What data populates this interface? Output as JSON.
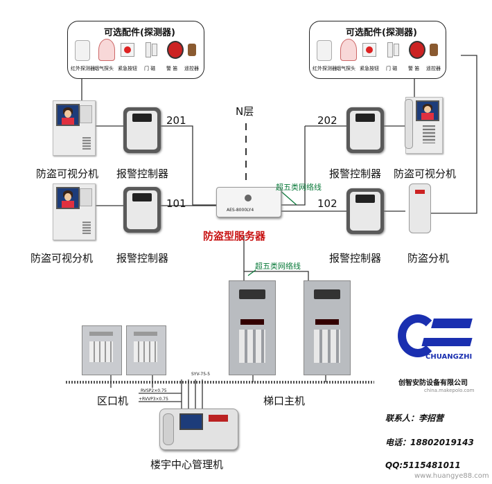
{
  "accessories_title": "可选配件(探测器)",
  "accessories": [
    "红外探测器",
    "烟气探头",
    "紧急按钮",
    "门 磁",
    "警 笛",
    "遥控器"
  ],
  "floor_label": "N层",
  "units": {
    "u201": "201",
    "u202": "202",
    "u101": "101",
    "u102": "102"
  },
  "labels": {
    "visual_extension_top_left": "防盗可视分机",
    "alarm_controller_top_left": "报警控制器",
    "alarm_controller_top_right": "报警控制器",
    "visual_extension_top_right": "防盗可视分机",
    "visual_extension_bottom_left": "防盗可视分机",
    "alarm_controller_bottom_left": "报警控制器",
    "alarm_controller_bottom_right": "报警控制器",
    "extension_bottom_right": "防盗分机",
    "server": "防盗型服务器",
    "cable_top": "超五类网络线",
    "cable_mid": "超五类网络线",
    "district_gate": "区口机",
    "stair_host": "梯口主机",
    "center_manager": "楼宇中心管理机",
    "cable_syv": "SYV-75-5",
    "cable_rvsp": "RVSP2×0.75",
    "cable_rvvp": "+RVVP3×0.75"
  },
  "server_model": "AES-8000LY4",
  "logo": {
    "brand": "CHUANGZHI",
    "company": "创智安防设备有限公司",
    "site": "china.makepolo.com"
  },
  "contact": {
    "person": "联系人：李招营",
    "phone": "电话：18802019143",
    "qq": "QQ:5115481011"
  },
  "watermark": "www.huangye88.com",
  "colors": {
    "green": "#0a7a3a",
    "red": "#c81414",
    "logo_blue": "#1a2fb0"
  }
}
